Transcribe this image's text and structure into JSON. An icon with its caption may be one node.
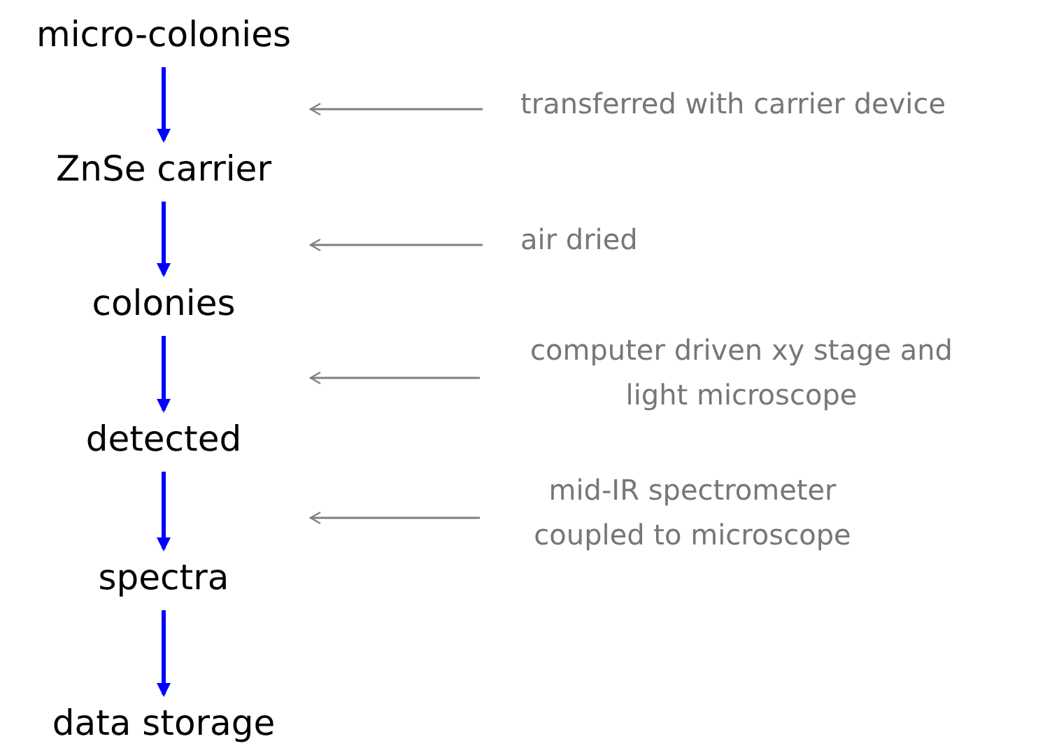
{
  "diagram": {
    "nodes": [
      {
        "text": [
          "micro-colonies"
        ]
      },
      {
        "text": [
          "ZnSe carrier"
        ]
      },
      {
        "text": [
          "colonies"
        ]
      },
      {
        "text": [
          "detected"
        ]
      },
      {
        "text": [
          "spectra"
        ]
      },
      {
        "text": [
          "data storage"
        ]
      },
      {
        "text": [
          "transferred with carrier device"
        ]
      },
      {
        "text": [
          "air dried"
        ]
      },
      {
        "text": [
          "computer driven xy stage and light microscope"
        ]
      },
      {
        "text": [
          "mid-IR spectrometer coupled to microscope"
        ]
      }
    ],
    "edges": [
      {
        "from": 0,
        "to": 1,
        "arrow": "to"
      },
      {
        "from": 1,
        "to": 2,
        "arrow": "to"
      },
      {
        "from": 2,
        "to": 3,
        "arrow": "to"
      },
      {
        "from": 3,
        "to": 4,
        "arrow": "to"
      },
      {
        "from": 4,
        "to": 5,
        "arrow": "to"
      },
      {
        "from": 6,
        "to": null,
        "arrow": "to",
        "color": "#808080"
      },
      {
        "from": 7,
        "to": null,
        "arrow": "to",
        "color": "#808080"
      },
      {
        "from": 8,
        "to": null,
        "arrow": "to",
        "color": "#808080"
      },
      {
        "from": 9,
        "to": null,
        "arrow": "to",
        "color": "#808080"
      }
    ]
  }
}
